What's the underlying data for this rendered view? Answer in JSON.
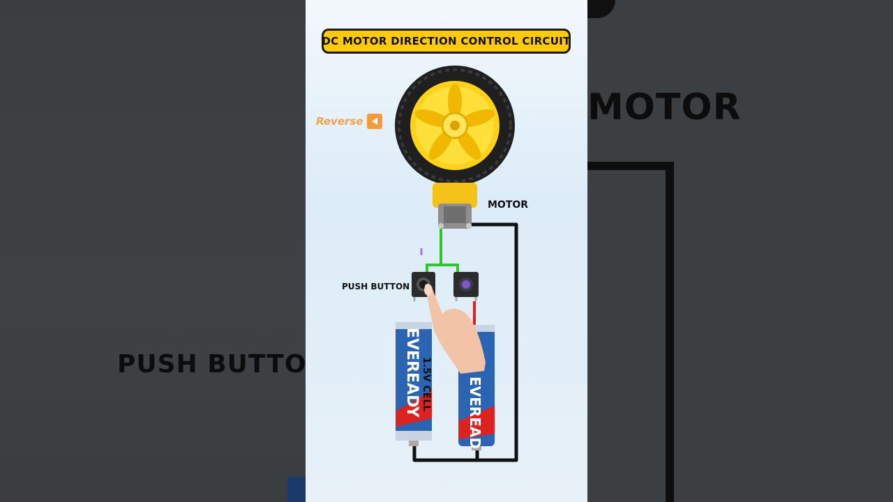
{
  "title": "DC MOTOR DIRECTION CONTROL CIRCUIT",
  "direction_indicator": {
    "label": "Reverse",
    "icon": "play-reverse-icon",
    "color": "#f59a3a"
  },
  "labels": {
    "motor": "MOTOR",
    "push_button": "PUSH BUTTON",
    "cell": "1.5V CELL"
  },
  "batteries": [
    {
      "brand": "EVEREADY"
    },
    {
      "brand": "EVEREAD"
    }
  ],
  "background": {
    "motor_text": "MOTOR",
    "push_button_text": "PUSH BUTTON"
  },
  "colors": {
    "title_bg": "#ffc90c",
    "wheel_hub": "#ffd21a",
    "tire": "#1f1f1f",
    "wire_black": "#111111",
    "wire_green": "#2fc52f",
    "wire_red": "#e02020",
    "battery_blue": "#2b64b3"
  }
}
